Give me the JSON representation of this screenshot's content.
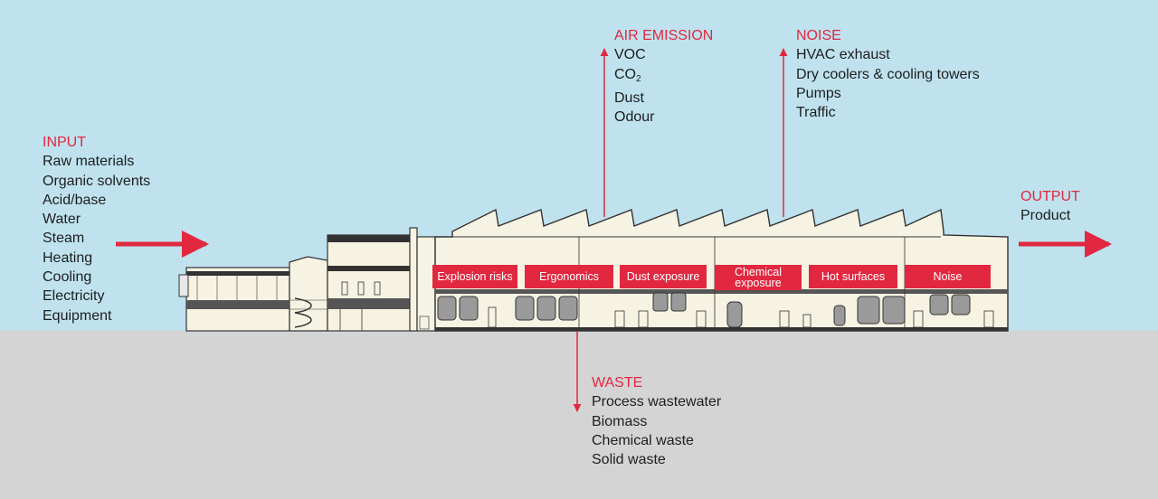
{
  "input": {
    "heading": "INPUT",
    "items": [
      "Raw materials",
      "Organic solvents",
      "Acid/base",
      "Water",
      "Steam",
      "Heating",
      "Cooling",
      "Electricity",
      "Equipment"
    ]
  },
  "air_emission": {
    "heading": "AIR EMISSION",
    "items": [
      "VOC",
      "CO",
      "Dust",
      "Odour"
    ],
    "co2_subscript": "2"
  },
  "noise": {
    "heading": "NOISE",
    "items": [
      "HVAC exhaust",
      "Dry coolers & cooling towers",
      "Pumps",
      "Traffic"
    ]
  },
  "output": {
    "heading": "OUTPUT",
    "items": [
      "Product"
    ]
  },
  "waste": {
    "heading": "WASTE",
    "items": [
      "Process wastewater",
      "Biomass",
      "Chemical waste",
      "Solid waste"
    ]
  },
  "hazards": [
    "Explosion risks",
    "Ergonomics",
    "Dust exposure",
    "Chemical exposure",
    "Hot surfaces",
    "Noise"
  ],
  "colors": {
    "accent": "#e22840",
    "sky": "#bfe2ee",
    "ground": "#d4d4d4",
    "building": "#f7f3e3",
    "outline": "#333333"
  }
}
